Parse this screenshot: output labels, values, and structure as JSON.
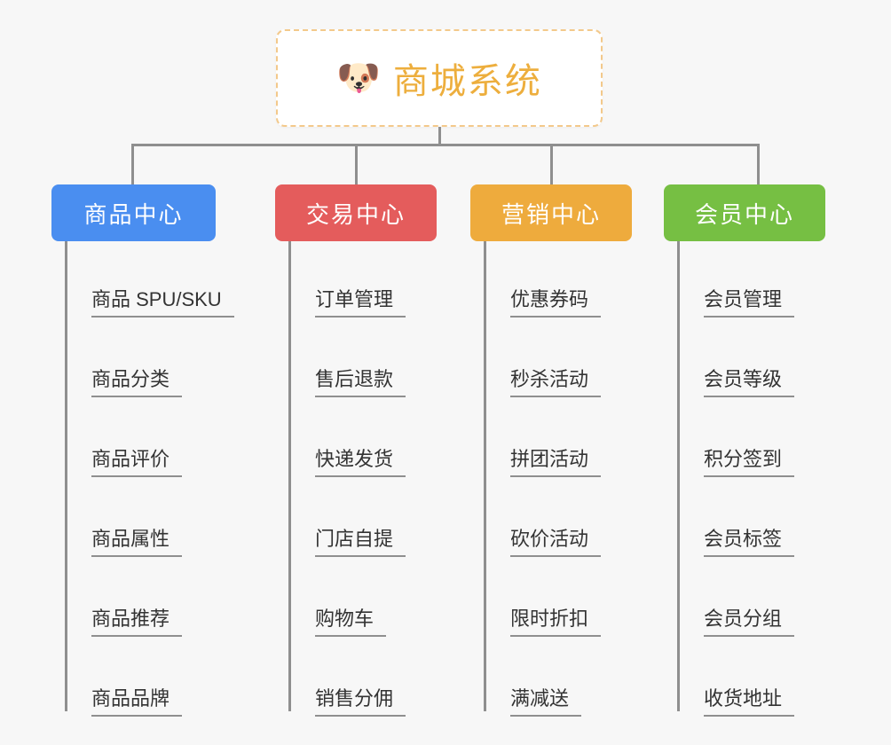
{
  "background_color": "#f7f7f7",
  "connector_color": "#8f8f8f",
  "root": {
    "icon": "shiba-dog-face-icon",
    "emoji": "🐶",
    "title": "商城系统",
    "text_color": "#edae3d",
    "border_color": "#f3c98b",
    "background": "#ffffff"
  },
  "columns": [
    {
      "id": "product-center",
      "title": "商品中心",
      "color": "#4a8ef0",
      "items": [
        "商品 SPU/SKU",
        "商品分类",
        "商品评价",
        "商品属性",
        "商品推荐",
        "商品品牌"
      ]
    },
    {
      "id": "trade-center",
      "title": "交易中心",
      "color": "#e45c5c",
      "items": [
        "订单管理",
        "售后退款",
        "快递发货",
        "门店自提",
        "购物车",
        "销售分佣"
      ]
    },
    {
      "id": "marketing-center",
      "title": "营销中心",
      "color": "#eeab3d",
      "items": [
        "优惠券码",
        "秒杀活动",
        "拼团活动",
        "砍价活动",
        "限时折扣",
        "满减送"
      ]
    },
    {
      "id": "member-center",
      "title": "会员中心",
      "color": "#76bf43",
      "items": [
        "会员管理",
        "会员等级",
        "积分签到",
        "会员标签",
        "会员分组",
        "收货地址"
      ]
    }
  ]
}
